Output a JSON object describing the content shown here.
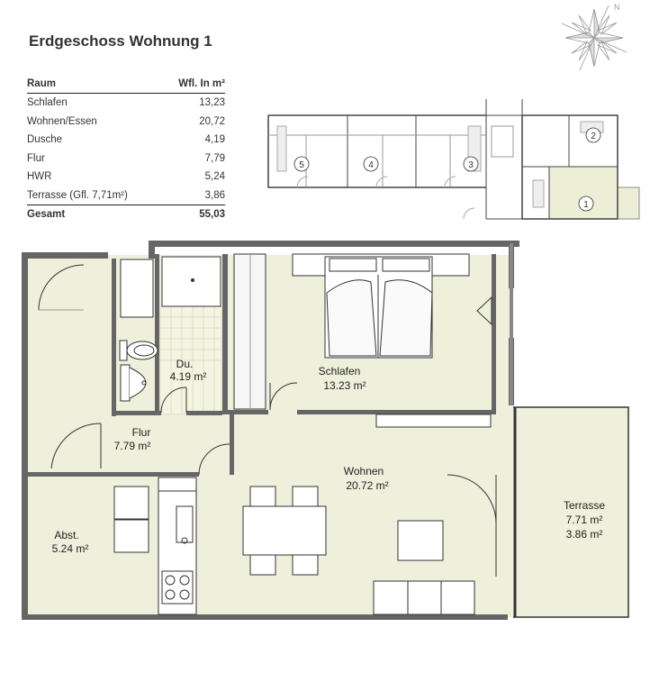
{
  "title": "Erdgeschoss Wohnung 1",
  "table": {
    "header": {
      "label": "Raum",
      "value": "Wfl. In m²"
    },
    "rows": [
      {
        "label": "Schlafen",
        "value": "13,23"
      },
      {
        "label": "Wohnen/Essen",
        "value": "20,72"
      },
      {
        "label": "Dusche",
        "value": "4,19"
      },
      {
        "label": "Flur",
        "value": "7,79"
      },
      {
        "label": "HWR",
        "value": "5,24"
      },
      {
        "label": "Terrasse (Gfl. 7,71m²)",
        "value": "3,86"
      }
    ],
    "total": {
      "label": "Gesamt",
      "value": "55,03"
    }
  },
  "compass": {
    "label": "N"
  },
  "overview": {
    "units": [
      "5",
      "4",
      "3",
      "2",
      "1"
    ],
    "highlight_color": "#ecefd6"
  },
  "rooms": {
    "du": {
      "name": "Du.",
      "area": "4.19 m²"
    },
    "schlafen": {
      "name": "Schlafen",
      "area": "13.23 m²"
    },
    "flur": {
      "name": "Flur",
      "area": "7.79 m²"
    },
    "wohnen": {
      "name": "Wohnen",
      "area": "20.72 m²"
    },
    "abst": {
      "name": "Abst.",
      "area": "5.24 m²"
    },
    "terrasse": {
      "name": "Terrasse",
      "area": "7.71 m²",
      "area2": "3.86 m²"
    }
  },
  "colors": {
    "floor": "#eef0dc",
    "wall": "#666666",
    "line": "#333333"
  }
}
